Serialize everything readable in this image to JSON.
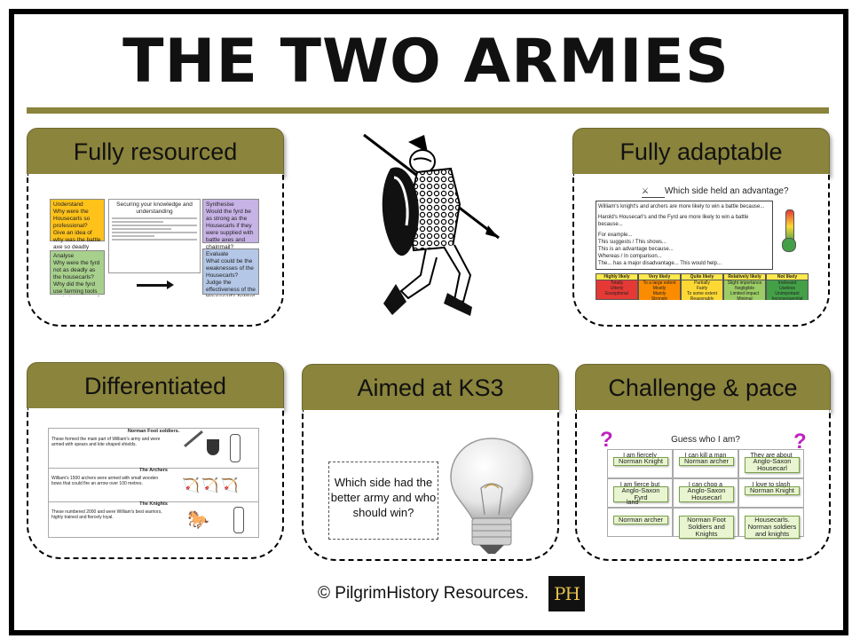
{
  "title": "THE TWO ARMIES",
  "cards": {
    "resourced": {
      "label": "Fully resourced",
      "understand": {
        "title": "Understand",
        "items": [
          "Why were the Housecarls so professional?",
          "Give an idea of why was the battle axe so deadly"
        ]
      },
      "securing": "Securing your knowledge and understanding",
      "synthesise": {
        "title": "Synthesise",
        "items": [
          "Would the fyrd be as strong as the Housecarls if they were supplied with battle axes and chainmail?"
        ]
      },
      "analyse": {
        "title": "Analyse",
        "items": [
          "Why were the fyrd not as deadly as the housecarls?",
          "Why did the fyrd use farming tools as their weapons?"
        ]
      },
      "evaluate": {
        "title": "Evaluate",
        "items": [
          "What could be the weaknesses of the Housecarls?",
          "Judge the effectiveness of the Housecarl's helmet"
        ]
      }
    },
    "adaptable": {
      "label": "Fully adaptable",
      "question": "Which side held an advantage?",
      "lines": [
        "William's knight's and archers are more likely to win a battle because...",
        "Harold's Housecarl's and the Fyrd are more likely to win a battle because...",
        "For example...",
        "This suggests / This shows...",
        "This is an advantage because...",
        "Whereas / In comparison...",
        "The... has a major disadvantage... This would help..."
      ],
      "scale": [
        {
          "head": "Highly likely",
          "color": "#e53935",
          "words": "Totally\nUtterly\nExceptional"
        },
        {
          "head": "Very likely",
          "color": "#fb8c00",
          "words": "To a large extent\nMostly\nMainly\nStrongly"
        },
        {
          "head": "Quite likely",
          "color": "#fdd835",
          "words": "Partially\nFairly\nTo some extent\nReasonably"
        },
        {
          "head": "Relatively likely",
          "color": "#9ccc65",
          "words": "Slight importance\nNegligible\nLimited impact\nMinimal"
        },
        {
          "head": "Not likely",
          "color": "#43a047",
          "words": "Irrelevant\nUseless\nUnimportant\nInconsequential"
        }
      ]
    },
    "differentiated": {
      "label": "Differentiated",
      "rows": [
        {
          "title": "Norman Foot soldiers.",
          "text": "These formed the main part of William's army and were armed with spears and kite shaped shields."
        },
        {
          "title": "The Archers",
          "text": "William's 1500 archers were armed with small wooden bows that could fire an arrow over 100 metres."
        },
        {
          "title": "The Knights",
          "text": "These numbered 2000 and were William's best warriors, highly trained and fiercely loyal."
        }
      ]
    },
    "ks3": {
      "label": "Aimed at KS3",
      "question": "Which side had the better army and who should win?"
    },
    "challenge": {
      "label": "Challenge & pace",
      "heading": "Guess who I am?",
      "mark": "?",
      "clues": [
        "I am fiercely",
        "I can kill a man",
        "They are about",
        "I am fierce but",
        "I can chop a",
        "I love to slash",
        "",
        "",
        ""
      ],
      "tags": [
        [
          "Norman Knight"
        ],
        [
          "Norman archer"
        ],
        [
          "Anglo-Saxon Housecarl"
        ],
        [
          "Anglo-Saxon Fyrd",
          "land"
        ],
        [
          "Anglo-Saxon Housecarl"
        ],
        [
          "Norman Knight"
        ],
        [
          "Norman archer"
        ],
        [
          "Norman Foot Soldiers and Knights"
        ],
        [
          "Housecarls. Norman soldiers and knights"
        ]
      ]
    }
  },
  "footer": "© PilgrimHistory Resources.",
  "logo": "PH"
}
